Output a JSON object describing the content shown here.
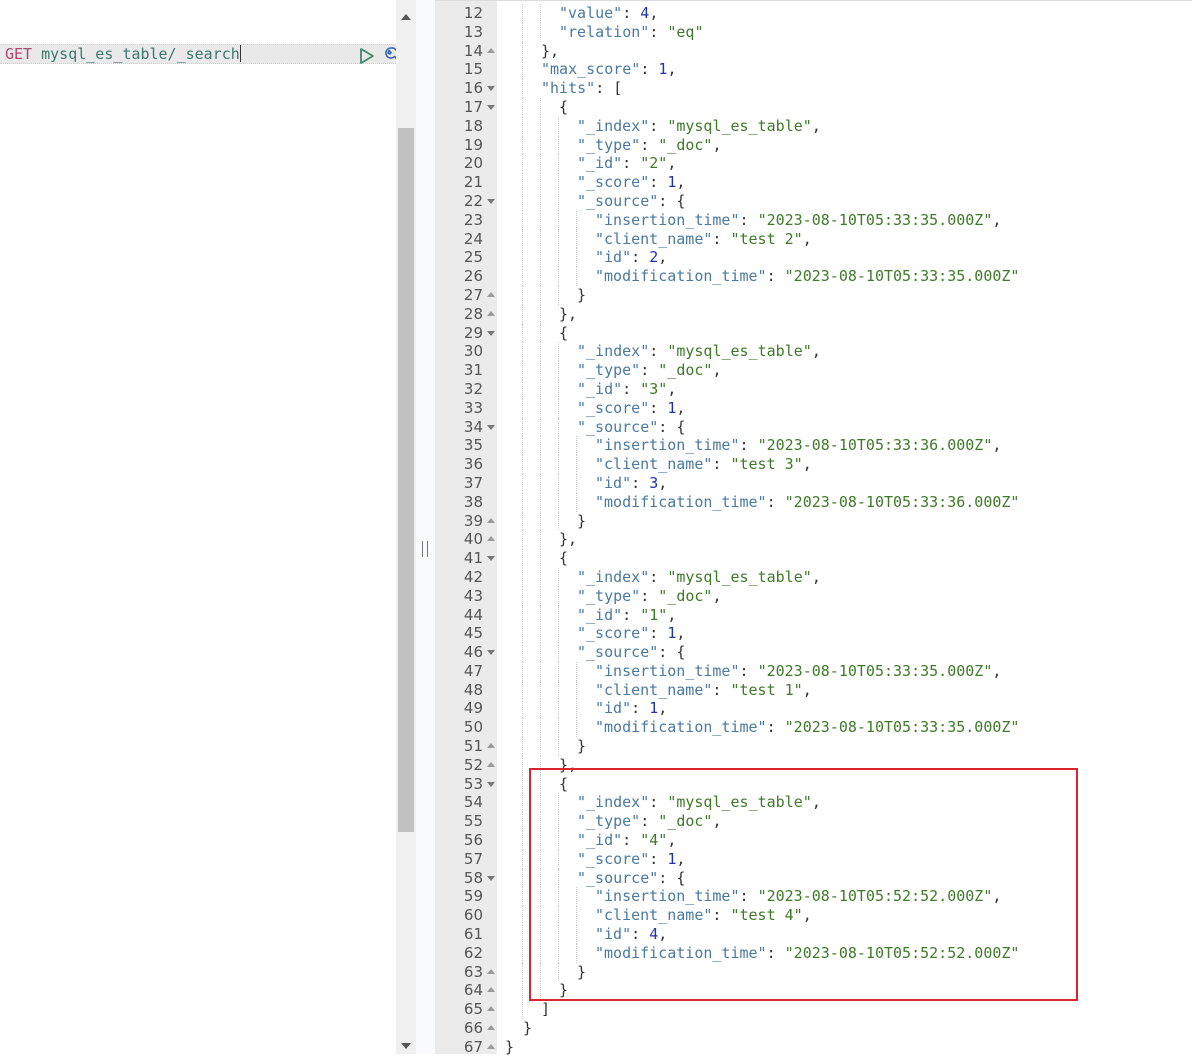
{
  "request": {
    "method": "GET",
    "path": "mysql_es_table/_search",
    "run_icon": "play-triangle",
    "settings_icon": "wrench"
  },
  "response": {
    "first_line_number": 12,
    "lines": [
      {
        "n": 12,
        "indent": 3,
        "fold": "",
        "tokens": [
          [
            "k",
            "\"value\""
          ],
          [
            "p",
            ": "
          ],
          [
            "n",
            "4"
          ],
          [
            "p",
            ","
          ]
        ]
      },
      {
        "n": 13,
        "indent": 3,
        "fold": "",
        "tokens": [
          [
            "k",
            "\"relation\""
          ],
          [
            "p",
            ": "
          ],
          [
            "s",
            "\"eq\""
          ]
        ]
      },
      {
        "n": 14,
        "indent": 2,
        "fold": "up",
        "tokens": [
          [
            "p",
            "},"
          ]
        ]
      },
      {
        "n": 15,
        "indent": 2,
        "fold": "",
        "tokens": [
          [
            "k",
            "\"max_score\""
          ],
          [
            "p",
            ": "
          ],
          [
            "n",
            "1"
          ],
          [
            "p",
            ","
          ]
        ]
      },
      {
        "n": 16,
        "indent": 2,
        "fold": "down",
        "tokens": [
          [
            "k",
            "\"hits\""
          ],
          [
            "p",
            ": ["
          ]
        ]
      },
      {
        "n": 17,
        "indent": 3,
        "fold": "down",
        "tokens": [
          [
            "p",
            "{"
          ]
        ]
      },
      {
        "n": 18,
        "indent": 4,
        "fold": "",
        "tokens": [
          [
            "k",
            "\"_index\""
          ],
          [
            "p",
            ": "
          ],
          [
            "s",
            "\"mysql_es_table\""
          ],
          [
            "p",
            ","
          ]
        ]
      },
      {
        "n": 19,
        "indent": 4,
        "fold": "",
        "tokens": [
          [
            "k",
            "\"_type\""
          ],
          [
            "p",
            ": "
          ],
          [
            "s",
            "\"_doc\""
          ],
          [
            "p",
            ","
          ]
        ]
      },
      {
        "n": 20,
        "indent": 4,
        "fold": "",
        "tokens": [
          [
            "k",
            "\"_id\""
          ],
          [
            "p",
            ": "
          ],
          [
            "s",
            "\"2\""
          ],
          [
            "p",
            ","
          ]
        ]
      },
      {
        "n": 21,
        "indent": 4,
        "fold": "",
        "tokens": [
          [
            "k",
            "\"_score\""
          ],
          [
            "p",
            ": "
          ],
          [
            "n",
            "1"
          ],
          [
            "p",
            ","
          ]
        ]
      },
      {
        "n": 22,
        "indent": 4,
        "fold": "down",
        "tokens": [
          [
            "k",
            "\"_source\""
          ],
          [
            "p",
            ": {"
          ]
        ]
      },
      {
        "n": 23,
        "indent": 5,
        "fold": "",
        "tokens": [
          [
            "k",
            "\"insertion_time\""
          ],
          [
            "p",
            ": "
          ],
          [
            "s",
            "\"2023-08-10T05:33:35.000Z\""
          ],
          [
            "p",
            ","
          ]
        ]
      },
      {
        "n": 24,
        "indent": 5,
        "fold": "",
        "tokens": [
          [
            "k",
            "\"client_name\""
          ],
          [
            "p",
            ": "
          ],
          [
            "s",
            "\"test 2\""
          ],
          [
            "p",
            ","
          ]
        ]
      },
      {
        "n": 25,
        "indent": 5,
        "fold": "",
        "tokens": [
          [
            "k",
            "\"id\""
          ],
          [
            "p",
            ": "
          ],
          [
            "n",
            "2"
          ],
          [
            "p",
            ","
          ]
        ]
      },
      {
        "n": 26,
        "indent": 5,
        "fold": "",
        "tokens": [
          [
            "k",
            "\"modification_time\""
          ],
          [
            "p",
            ": "
          ],
          [
            "s",
            "\"2023-08-10T05:33:35.000Z\""
          ]
        ]
      },
      {
        "n": 27,
        "indent": 4,
        "fold": "up",
        "tokens": [
          [
            "p",
            "}"
          ]
        ]
      },
      {
        "n": 28,
        "indent": 3,
        "fold": "up",
        "tokens": [
          [
            "p",
            "},"
          ]
        ]
      },
      {
        "n": 29,
        "indent": 3,
        "fold": "down",
        "tokens": [
          [
            "p",
            "{"
          ]
        ]
      },
      {
        "n": 30,
        "indent": 4,
        "fold": "",
        "tokens": [
          [
            "k",
            "\"_index\""
          ],
          [
            "p",
            ": "
          ],
          [
            "s",
            "\"mysql_es_table\""
          ],
          [
            "p",
            ","
          ]
        ]
      },
      {
        "n": 31,
        "indent": 4,
        "fold": "",
        "tokens": [
          [
            "k",
            "\"_type\""
          ],
          [
            "p",
            ": "
          ],
          [
            "s",
            "\"_doc\""
          ],
          [
            "p",
            ","
          ]
        ]
      },
      {
        "n": 32,
        "indent": 4,
        "fold": "",
        "tokens": [
          [
            "k",
            "\"_id\""
          ],
          [
            "p",
            ": "
          ],
          [
            "s",
            "\"3\""
          ],
          [
            "p",
            ","
          ]
        ]
      },
      {
        "n": 33,
        "indent": 4,
        "fold": "",
        "tokens": [
          [
            "k",
            "\"_score\""
          ],
          [
            "p",
            ": "
          ],
          [
            "n",
            "1"
          ],
          [
            "p",
            ","
          ]
        ]
      },
      {
        "n": 34,
        "indent": 4,
        "fold": "down",
        "tokens": [
          [
            "k",
            "\"_source\""
          ],
          [
            "p",
            ": {"
          ]
        ]
      },
      {
        "n": 35,
        "indent": 5,
        "fold": "",
        "tokens": [
          [
            "k",
            "\"insertion_time\""
          ],
          [
            "p",
            ": "
          ],
          [
            "s",
            "\"2023-08-10T05:33:36.000Z\""
          ],
          [
            "p",
            ","
          ]
        ]
      },
      {
        "n": 36,
        "indent": 5,
        "fold": "",
        "tokens": [
          [
            "k",
            "\"client_name\""
          ],
          [
            "p",
            ": "
          ],
          [
            "s",
            "\"test 3\""
          ],
          [
            "p",
            ","
          ]
        ]
      },
      {
        "n": 37,
        "indent": 5,
        "fold": "",
        "tokens": [
          [
            "k",
            "\"id\""
          ],
          [
            "p",
            ": "
          ],
          [
            "n",
            "3"
          ],
          [
            "p",
            ","
          ]
        ]
      },
      {
        "n": 38,
        "indent": 5,
        "fold": "",
        "tokens": [
          [
            "k",
            "\"modification_time\""
          ],
          [
            "p",
            ": "
          ],
          [
            "s",
            "\"2023-08-10T05:33:36.000Z\""
          ]
        ]
      },
      {
        "n": 39,
        "indent": 4,
        "fold": "up",
        "tokens": [
          [
            "p",
            "}"
          ]
        ]
      },
      {
        "n": 40,
        "indent": 3,
        "fold": "up",
        "tokens": [
          [
            "p",
            "},"
          ]
        ]
      },
      {
        "n": 41,
        "indent": 3,
        "fold": "down",
        "tokens": [
          [
            "p",
            "{"
          ]
        ]
      },
      {
        "n": 42,
        "indent": 4,
        "fold": "",
        "tokens": [
          [
            "k",
            "\"_index\""
          ],
          [
            "p",
            ": "
          ],
          [
            "s",
            "\"mysql_es_table\""
          ],
          [
            "p",
            ","
          ]
        ]
      },
      {
        "n": 43,
        "indent": 4,
        "fold": "",
        "tokens": [
          [
            "k",
            "\"_type\""
          ],
          [
            "p",
            ": "
          ],
          [
            "s",
            "\"_doc\""
          ],
          [
            "p",
            ","
          ]
        ]
      },
      {
        "n": 44,
        "indent": 4,
        "fold": "",
        "tokens": [
          [
            "k",
            "\"_id\""
          ],
          [
            "p",
            ": "
          ],
          [
            "s",
            "\"1\""
          ],
          [
            "p",
            ","
          ]
        ]
      },
      {
        "n": 45,
        "indent": 4,
        "fold": "",
        "tokens": [
          [
            "k",
            "\"_score\""
          ],
          [
            "p",
            ": "
          ],
          [
            "n",
            "1"
          ],
          [
            "p",
            ","
          ]
        ]
      },
      {
        "n": 46,
        "indent": 4,
        "fold": "down",
        "tokens": [
          [
            "k",
            "\"_source\""
          ],
          [
            "p",
            ": {"
          ]
        ]
      },
      {
        "n": 47,
        "indent": 5,
        "fold": "",
        "tokens": [
          [
            "k",
            "\"insertion_time\""
          ],
          [
            "p",
            ": "
          ],
          [
            "s",
            "\"2023-08-10T05:33:35.000Z\""
          ],
          [
            "p",
            ","
          ]
        ]
      },
      {
        "n": 48,
        "indent": 5,
        "fold": "",
        "tokens": [
          [
            "k",
            "\"client_name\""
          ],
          [
            "p",
            ": "
          ],
          [
            "s",
            "\"test 1\""
          ],
          [
            "p",
            ","
          ]
        ]
      },
      {
        "n": 49,
        "indent": 5,
        "fold": "",
        "tokens": [
          [
            "k",
            "\"id\""
          ],
          [
            "p",
            ": "
          ],
          [
            "n",
            "1"
          ],
          [
            "p",
            ","
          ]
        ]
      },
      {
        "n": 50,
        "indent": 5,
        "fold": "",
        "tokens": [
          [
            "k",
            "\"modification_time\""
          ],
          [
            "p",
            ": "
          ],
          [
            "s",
            "\"2023-08-10T05:33:35.000Z\""
          ]
        ]
      },
      {
        "n": 51,
        "indent": 4,
        "fold": "up",
        "tokens": [
          [
            "p",
            "}"
          ]
        ]
      },
      {
        "n": 52,
        "indent": 3,
        "fold": "up",
        "tokens": [
          [
            "p",
            "},"
          ]
        ]
      },
      {
        "n": 53,
        "indent": 3,
        "fold": "down",
        "tokens": [
          [
            "p",
            "{"
          ]
        ]
      },
      {
        "n": 54,
        "indent": 4,
        "fold": "",
        "tokens": [
          [
            "k",
            "\"_index\""
          ],
          [
            "p",
            ": "
          ],
          [
            "s",
            "\"mysql_es_table\""
          ],
          [
            "p",
            ","
          ]
        ]
      },
      {
        "n": 55,
        "indent": 4,
        "fold": "",
        "tokens": [
          [
            "k",
            "\"_type\""
          ],
          [
            "p",
            ": "
          ],
          [
            "s",
            "\"_doc\""
          ],
          [
            "p",
            ","
          ]
        ]
      },
      {
        "n": 56,
        "indent": 4,
        "fold": "",
        "tokens": [
          [
            "k",
            "\"_id\""
          ],
          [
            "p",
            ": "
          ],
          [
            "s",
            "\"4\""
          ],
          [
            "p",
            ","
          ]
        ]
      },
      {
        "n": 57,
        "indent": 4,
        "fold": "",
        "tokens": [
          [
            "k",
            "\"_score\""
          ],
          [
            "p",
            ": "
          ],
          [
            "n",
            "1"
          ],
          [
            "p",
            ","
          ]
        ]
      },
      {
        "n": 58,
        "indent": 4,
        "fold": "down",
        "tokens": [
          [
            "k",
            "\"_source\""
          ],
          [
            "p",
            ": {"
          ]
        ]
      },
      {
        "n": 59,
        "indent": 5,
        "fold": "",
        "tokens": [
          [
            "k",
            "\"insertion_time\""
          ],
          [
            "p",
            ": "
          ],
          [
            "s",
            "\"2023-08-10T05:52:52.000Z\""
          ],
          [
            "p",
            ","
          ]
        ]
      },
      {
        "n": 60,
        "indent": 5,
        "fold": "",
        "tokens": [
          [
            "k",
            "\"client_name\""
          ],
          [
            "p",
            ": "
          ],
          [
            "s",
            "\"test 4\""
          ],
          [
            "p",
            ","
          ]
        ]
      },
      {
        "n": 61,
        "indent": 5,
        "fold": "",
        "tokens": [
          [
            "k",
            "\"id\""
          ],
          [
            "p",
            ": "
          ],
          [
            "n",
            "4"
          ],
          [
            "p",
            ","
          ]
        ]
      },
      {
        "n": 62,
        "indent": 5,
        "fold": "",
        "tokens": [
          [
            "k",
            "\"modification_time\""
          ],
          [
            "p",
            ": "
          ],
          [
            "s",
            "\"2023-08-10T05:52:52.000Z\""
          ]
        ]
      },
      {
        "n": 63,
        "indent": 4,
        "fold": "up",
        "tokens": [
          [
            "p",
            "}"
          ]
        ]
      },
      {
        "n": 64,
        "indent": 3,
        "fold": "up",
        "tokens": [
          [
            "p",
            "}"
          ]
        ]
      },
      {
        "n": 65,
        "indent": 2,
        "fold": "up",
        "tokens": [
          [
            "p",
            "]"
          ]
        ]
      },
      {
        "n": 66,
        "indent": 1,
        "fold": "up",
        "tokens": [
          [
            "p",
            "}"
          ]
        ]
      },
      {
        "n": 67,
        "indent": 0,
        "fold": "up",
        "tokens": [
          [
            "p",
            "}"
          ]
        ]
      }
    ]
  },
  "highlight": {
    "color": "#d9232e",
    "from_line": 53,
    "to_line": 64
  },
  "colors": {
    "key": "#4a7aa0",
    "string": "#3e7a28",
    "number": "#2233aa",
    "method": "#b3466e"
  }
}
